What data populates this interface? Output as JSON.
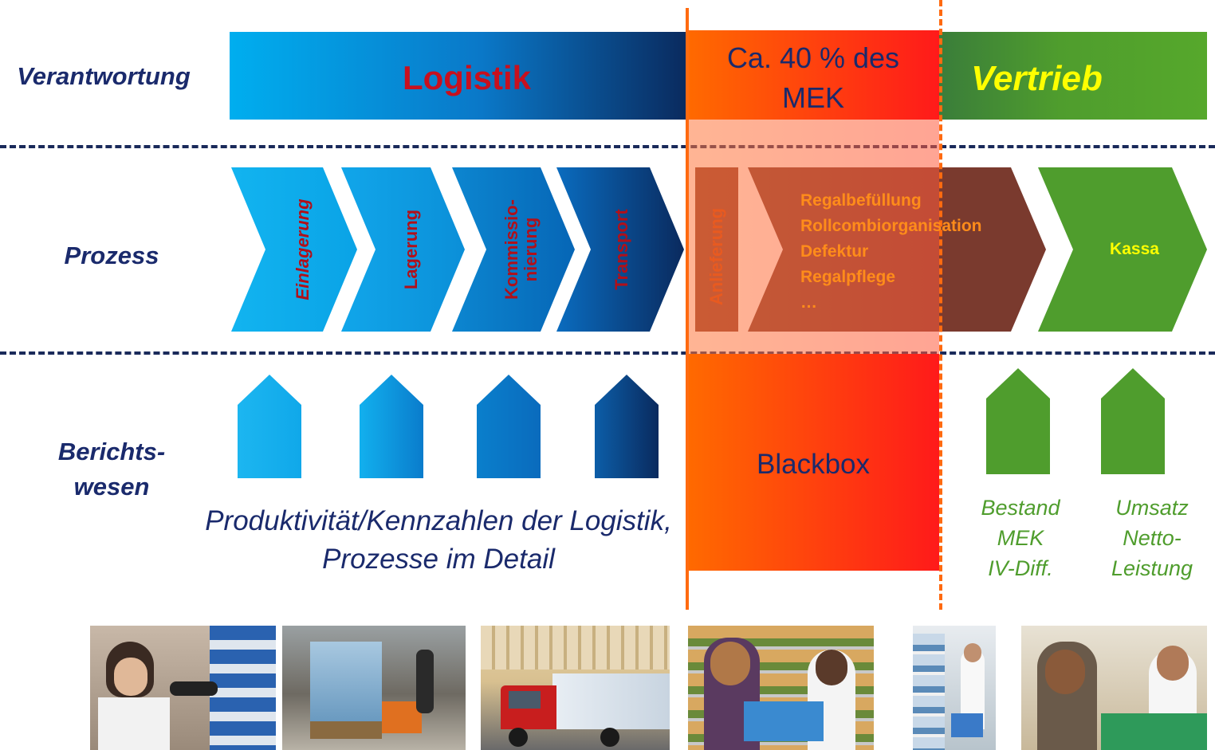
{
  "rows": {
    "verantwortung": "Verantwortung",
    "prozess": "Prozess",
    "berichtswesen_1": "Berichts-",
    "berichtswesen_2": "wesen"
  },
  "bands": {
    "logistik": "Logistik",
    "middle_line1": "Ca. 40 % des",
    "middle_line2": "MEK",
    "vertrieb": "Vertrieb"
  },
  "process": {
    "einlagerung": "Einlagerung",
    "lagerung": "Lagerung",
    "kommissionierung_1": "Kommissio-",
    "kommissionierung_2": "nierung",
    "transport": "Transport",
    "anlieferung": "Anlieferung",
    "tasks": [
      "Regalbefüllung",
      "Rollcombiorganisation",
      "Defektur",
      "Regalpflege",
      "…"
    ],
    "kassa": "Kassa"
  },
  "reporting": {
    "logistik_line1": "Produktivität/Kennzahlen der Logistik,",
    "logistik_line2": "Prozesse im Detail",
    "blackbox": "Blackbox",
    "bestand": [
      "Bestand",
      "MEK",
      "IV-Diff."
    ],
    "umsatz": [
      "Umsatz",
      "Netto-",
      "Leistung"
    ]
  },
  "colors": {
    "logistik_start": "#00aeef",
    "logistik_end": "#0a2a5e",
    "middle_start": "#ff6a00",
    "middle_end": "#ff1a1a",
    "vertrieb": "#4f9d2d",
    "label_navy": "#1a2a6c",
    "label_red": "#b0101a",
    "yellow": "#ffff00"
  },
  "photos": [
    "warehouse-worker-photo",
    "pallet-truck-photo",
    "delivery-truck-photo",
    "shelf-stocking-photo",
    "store-aisle-photo",
    "checkout-photo"
  ]
}
